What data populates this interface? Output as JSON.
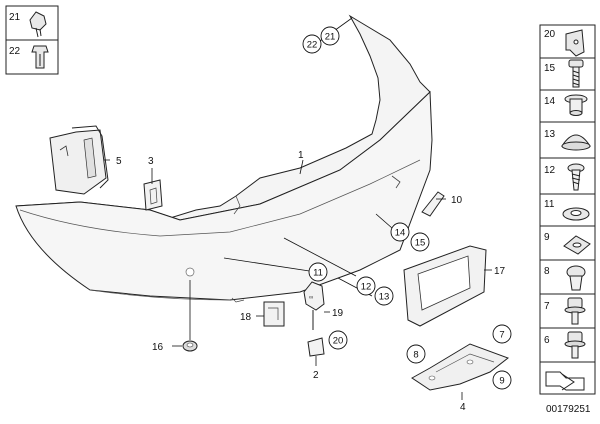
{
  "diagram_id": "00179251",
  "left_column": [
    {
      "num": "21",
      "icon": "clip-icon"
    },
    {
      "num": "22",
      "icon": "expanding-nut-icon"
    }
  ],
  "right_column": [
    {
      "num": "20",
      "icon": "bracket-icon"
    },
    {
      "num": "15",
      "icon": "screw-icon"
    },
    {
      "num": "14",
      "icon": "spacer-icon"
    },
    {
      "num": "13",
      "icon": "grommet-icon"
    },
    {
      "num": "12",
      "icon": "screw-icon"
    },
    {
      "num": "11",
      "icon": "washer-icon"
    },
    {
      "num": "9",
      "icon": "clip-nut-icon"
    },
    {
      "num": "8",
      "icon": "expanding-rivet-icon"
    },
    {
      "num": "7",
      "icon": "collar-screw-icon"
    },
    {
      "num": "6",
      "icon": "collar-screw-icon"
    },
    {
      "num": "",
      "icon": "arrow-icon"
    }
  ],
  "callouts": {
    "c1": "1",
    "c2": "2",
    "c3": "3",
    "c4": "4",
    "c5": "5",
    "c10": "10",
    "c16": "16",
    "c17": "17",
    "c18": "18",
    "c19": "19"
  },
  "circles": {
    "a22": "22",
    "a21": "21",
    "b14": "14",
    "b15": "15",
    "d11": "11",
    "d12": "12",
    "d13": "13",
    "e20": "20",
    "f8": "8",
    "f7": "7",
    "f9": "9"
  },
  "colors": {
    "ink": "#111111",
    "part_fill": "#f2f2f2",
    "shade": "#d8d8d8",
    "line": "#222222"
  }
}
